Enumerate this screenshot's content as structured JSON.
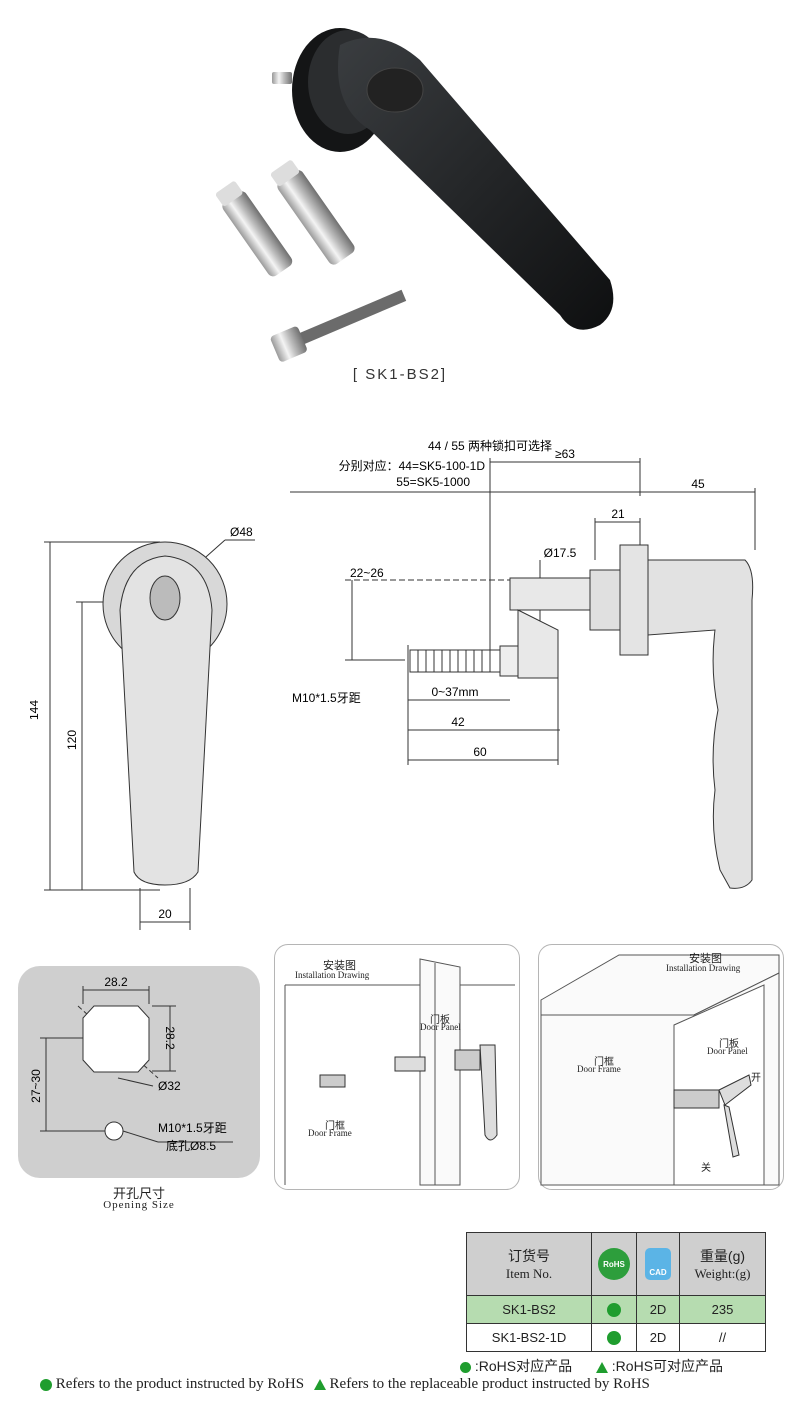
{
  "product_caption": "[ SK1-BS2]",
  "drawing": {
    "note_line1": "44 / 55 两种锁扣可选择",
    "note_line2": "分别对应：44=SK5-100-1D",
    "note_line3": "55=SK5-1000",
    "dim_ge63": "≥63",
    "dim_45": "45",
    "dim_21": "21",
    "dim_d17_5": "Ø17.5",
    "dim_22_26": "22~26",
    "dim_m10": "M10*1.5牙距",
    "dim_0_37": "0~37mm",
    "dim_42": "42",
    "dim_60": "60",
    "dim_d48": "Ø48",
    "dim_144": "144",
    "dim_120": "120",
    "dim_20": "20"
  },
  "opening": {
    "dim_28_2_top": "28.2",
    "dim_28_2_side": "28.2",
    "dim_27_30": "27~30",
    "dim_d32": "Ø32",
    "m10_label": "M10*1.5牙距",
    "hole_label": "底孔Ø8.5",
    "title_cn": "开孔尺寸",
    "title_en": "Opening  Size"
  },
  "install1": {
    "title_cn": "安装图",
    "title_en": "Installation Drawing",
    "door_panel_cn": "门板",
    "door_panel_en": "Door Panel",
    "door_frame_cn": "门框",
    "door_frame_en": "Door Frame"
  },
  "install2": {
    "title_cn": "安装图",
    "title_en": "Installation Drawing",
    "door_frame_cn": "门框",
    "door_frame_en": "Door Frame",
    "door_panel_cn": "门板",
    "door_panel_en": "Door Panel",
    "open_label": "开",
    "close_label": "关"
  },
  "table": {
    "header": {
      "item_cn": "订货号",
      "item_en": "Item No.",
      "rohs_icon": "RoHS",
      "cad_icon": "CAD",
      "weight_cn": "重量(g)",
      "weight_en": "Weight:(g)"
    },
    "rows": [
      {
        "item": "SK1-BS2",
        "cad": "2D",
        "weight": "235"
      },
      {
        "item": "SK1-BS2-1D",
        "cad": "2D",
        "weight": "//"
      }
    ]
  },
  "legend": {
    "rohs_cn": ":RoHS对应产品",
    "replaceable_cn": ":RoHS可对应产品",
    "rohs_en": "Refers to the product instructed by RoHS",
    "replaceable_en": "Refers to the replaceable product instructed by RoHS"
  },
  "colors": {
    "rohs_green": "#1f9d2e",
    "highlight_row": "#b6dcb0",
    "header_gray": "#cfcfcf",
    "cad_blue": "#5bb4e6"
  }
}
